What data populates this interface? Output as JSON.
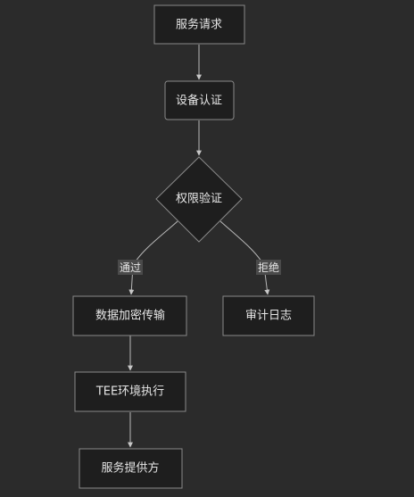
{
  "nodes": {
    "service_request": "服务请求",
    "device_auth": "设备认证",
    "permission_check": "权限验证",
    "data_encrypt": "数据加密传输",
    "audit_log": "审计日志",
    "tee_exec": "TEE环境执行",
    "service_provider": "服务提供方"
  },
  "edges": {
    "pass": "通过",
    "reject": "拒绝"
  },
  "colors": {
    "background": "#2b2b2b",
    "node_fill": "#1e1e1e",
    "node_stroke": "#8a8a8a",
    "edge": "#b8b8b8",
    "label_bg": "#4a4a4a",
    "text": "#e6e6e6"
  }
}
